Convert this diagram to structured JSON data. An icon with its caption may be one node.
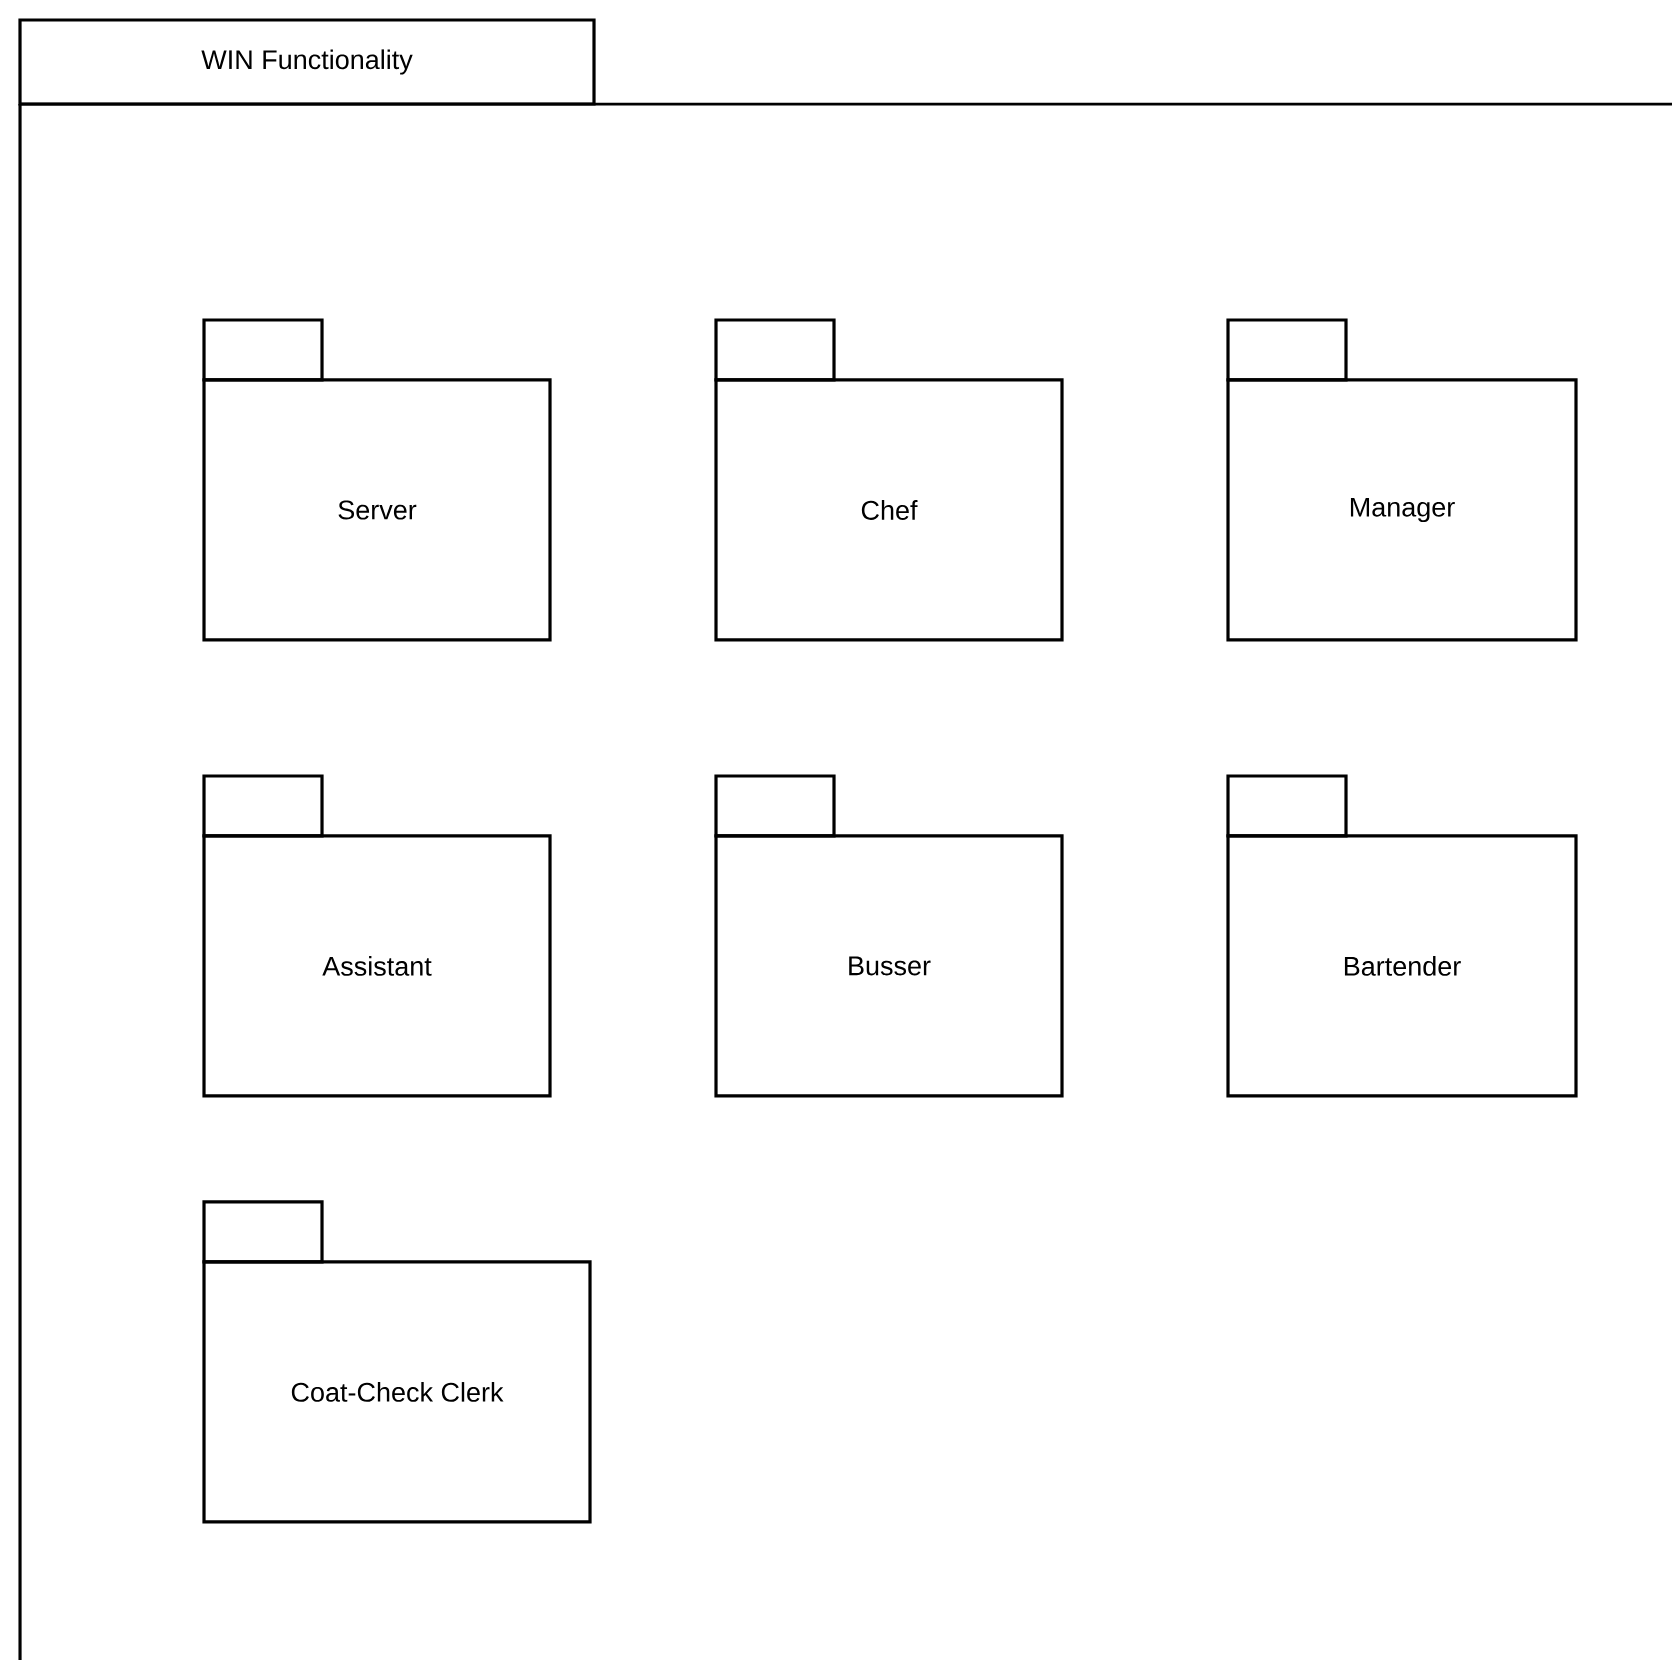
{
  "diagram": {
    "nodes": [
      {
        "text": [
          "WIN Functionality"
        ]
      },
      {
        "text": [
          "Server"
        ],
        "in": 0
      },
      {
        "text": [
          "Chef"
        ],
        "in": 0
      },
      {
        "text": [
          "Manager"
        ],
        "in": 0
      },
      {
        "text": [
          "Assistant"
        ],
        "in": 0
      },
      {
        "text": [
          "Busser"
        ],
        "in": 0
      },
      {
        "text": [
          "Bartender"
        ],
        "in": 0
      },
      {
        "text": [
          "Coat-Check Clerk"
        ],
        "in": 0
      }
    ]
  }
}
